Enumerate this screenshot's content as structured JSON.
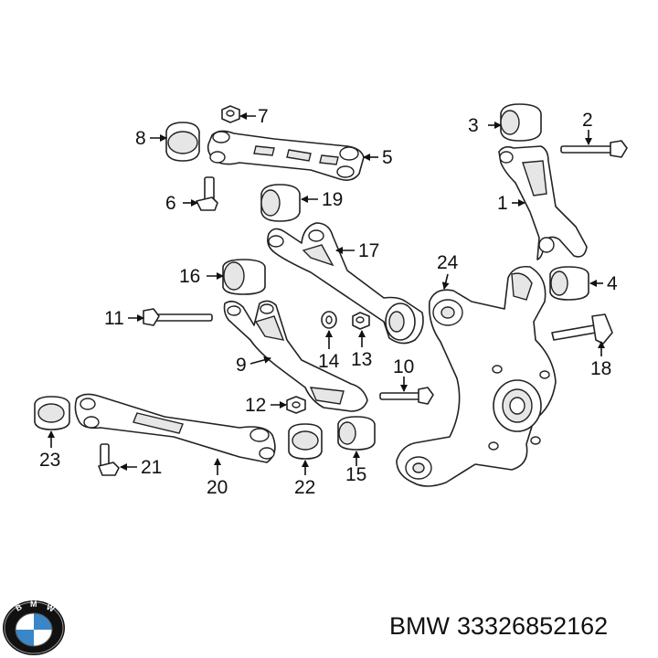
{
  "callouts": {
    "c1": "1",
    "c2": "2",
    "c3": "3",
    "c4": "4",
    "c5": "5",
    "c6": "6",
    "c7": "7",
    "c8": "8",
    "c9": "9",
    "c10": "10",
    "c11": "11",
    "c12": "12",
    "c13": "13",
    "c14": "14",
    "c15": "15",
    "c16": "16",
    "c17": "17",
    "c18": "18",
    "c19": "19",
    "c20": "20",
    "c21": "21",
    "c22": "22",
    "c23": "23",
    "c24": "24"
  },
  "caption": {
    "brand": "BMW",
    "part_number": "33326852162"
  },
  "logo": {
    "lettering": "BMW",
    "colors": {
      "blue": "#3a86c8",
      "ring": "#111111",
      "white": "#ffffff"
    }
  }
}
